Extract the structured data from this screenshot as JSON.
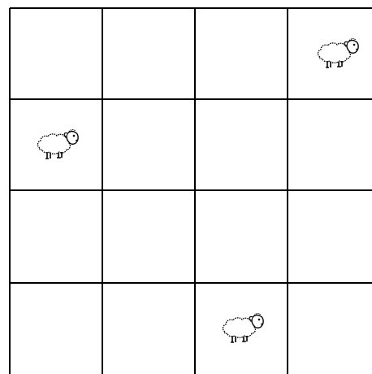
{
  "grid": {
    "rows": 4,
    "cols": 4,
    "line_color": "#000000",
    "background_color": "#ffffff"
  },
  "sheep": [
    {
      "row": 0,
      "col": 3,
      "icon": "sheep-icon"
    },
    {
      "row": 1,
      "col": 0,
      "icon": "sheep-icon"
    },
    {
      "row": 3,
      "col": 2,
      "icon": "sheep-icon"
    }
  ]
}
